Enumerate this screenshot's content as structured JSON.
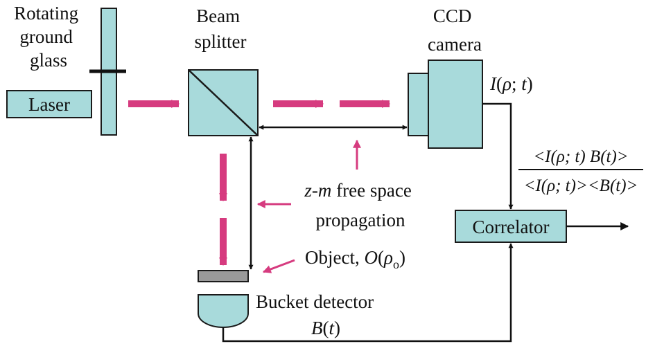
{
  "colors": {
    "component_fill": "#a8dadb",
    "component_stroke": "#1a1a1a",
    "beam_arrow": "#d63b7f",
    "line": "#111111",
    "object_fill": "#9a9a9a"
  },
  "labels": {
    "rotating_ground_glass": [
      "Rotating",
      "ground",
      "glass"
    ],
    "laser": "Laser",
    "beam_splitter": [
      "Beam",
      "splitter"
    ],
    "ccd_camera": [
      "CCD",
      "camera"
    ],
    "intensity": {
      "pre": "I",
      "open": "(",
      "rho": "ρ",
      "sep": "; ",
      "t": "t",
      "close": ")"
    },
    "correlation_numerator": "<I(ρ; t) B(t)>",
    "correlation_denominator": "<I(ρ; t)><B(t)>",
    "propagation_line1_italic": "z-m",
    "propagation_line1_rest": " free space",
    "propagation_line2": "propagation",
    "object_text": "Object, ",
    "object_symbol": "O",
    "object_open": "(",
    "object_rho": "ρ",
    "object_sub": "o",
    "object_close": ")",
    "bucket_detector": "Bucket detector",
    "bucket_signal": {
      "pre": "B",
      "open": "(",
      "t": "t",
      "close": ")"
    },
    "correlator": "Correlator"
  }
}
